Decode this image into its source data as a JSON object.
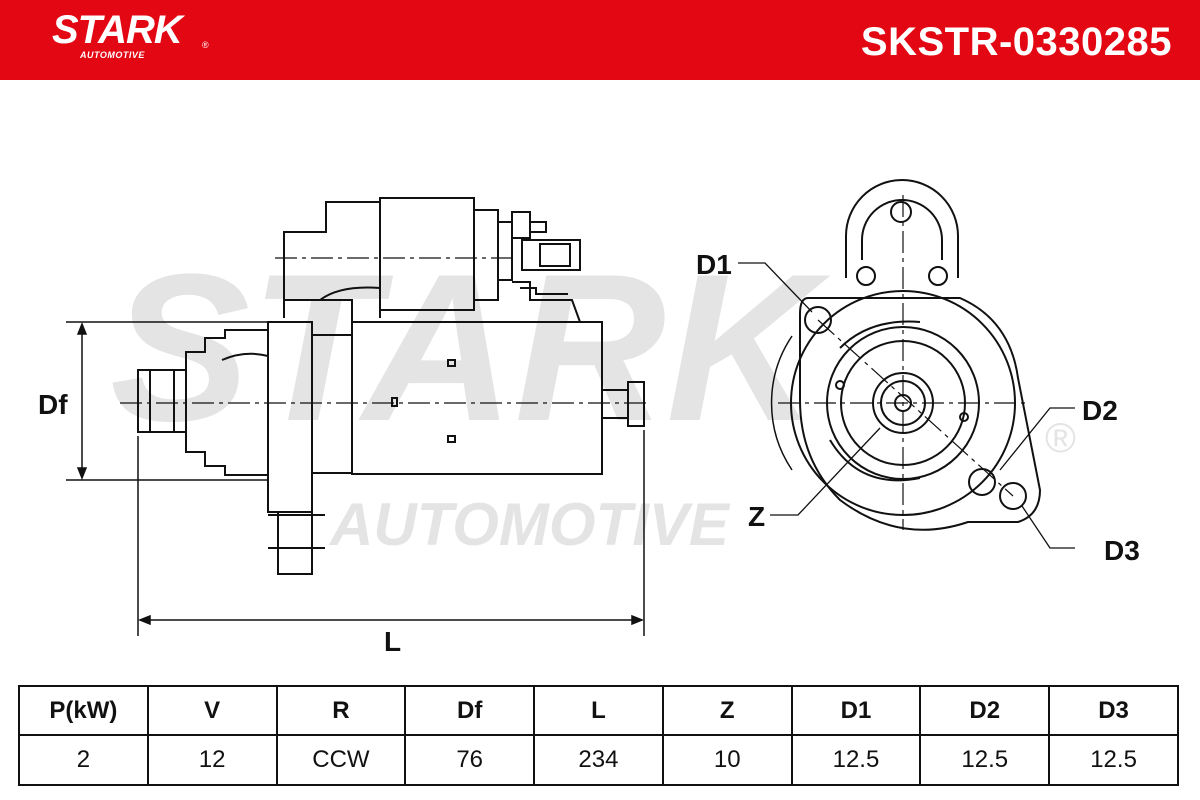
{
  "header": {
    "brand": "STARK",
    "brand_sub": "AUTOMOTIVE",
    "registered_mark": "®",
    "part_number": "SKSTR-0330285",
    "background_color": "#e30613"
  },
  "watermark": {
    "line1": "STARK",
    "line2": "AUTOMOTIVE",
    "registered_mark": "®"
  },
  "labels": {
    "df": "Df",
    "l": "L",
    "d1": "D1",
    "d2": "D2",
    "d3": "D3",
    "z": "Z"
  },
  "spec_table": {
    "headers": [
      "P(kW)",
      "V",
      "R",
      "Df",
      "L",
      "Z",
      "D1",
      "D2",
      "D3"
    ],
    "values": [
      "2",
      "12",
      "CCW",
      "76",
      "234",
      "10",
      "12.5",
      "12.5",
      "12.5"
    ]
  }
}
